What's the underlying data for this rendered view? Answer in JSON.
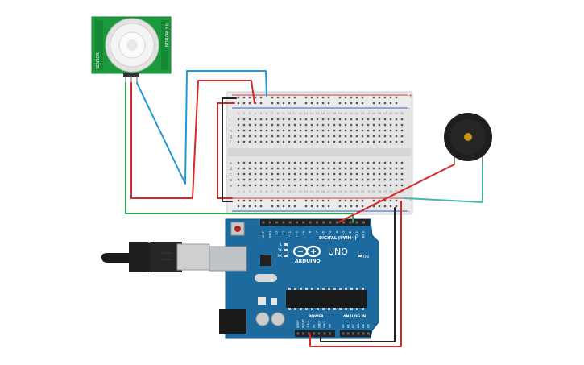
{
  "colors": {
    "background": "#ffffff",
    "wire_red": "#d62828",
    "wire_blue": "#1f9ad6",
    "wire_green": "#2ea84a",
    "wire_black": "#222222",
    "wire_teal": "#4cb3ad",
    "pir_board": "#1d9a3d",
    "arduino_board": "#1c6a9e",
    "breadboard": "#e6e6e6",
    "buzzer": "#1e1e1e"
  },
  "pir_sensor": {
    "label_left": "SENSOR",
    "label_right": "PIR MOTION",
    "icon": "pir-dome-icon"
  },
  "arduino": {
    "brand": "ARDUINO",
    "model": "UNO",
    "digital_header": "DIGITAL (PWM~)",
    "power_header": "POWER",
    "analog_header": "ANALOG IN",
    "on_label": "ON",
    "led_labels": [
      "L",
      "TX",
      "RX"
    ],
    "digital_pins": [
      "AREF",
      "GND",
      "13",
      "12",
      "~11",
      "~10",
      "~9",
      "8",
      "7",
      "~6",
      "~5",
      "4",
      "~3",
      "2",
      "TX 1",
      "RX 0"
    ],
    "power_pins": [
      "IOREF",
      "RESET",
      "3.3V",
      "5V",
      "GND",
      "GND",
      "Vin"
    ],
    "analog_pins": [
      "A0",
      "A1",
      "A2",
      "A3",
      "A4",
      "A5"
    ]
  },
  "breadboard": {
    "row_letters_top": [
      "j",
      "i",
      "h",
      "g",
      "f"
    ],
    "row_letters_bottom": [
      "e",
      "d",
      "c",
      "b",
      "a"
    ],
    "columns": [
      "1",
      "2",
      "3",
      "4",
      "5",
      "6",
      "7",
      "8",
      "9",
      "10",
      "11",
      "12",
      "13",
      "14",
      "15",
      "16",
      "17",
      "18",
      "19",
      "20",
      "21",
      "22",
      "23",
      "24",
      "25",
      "26",
      "27",
      "28",
      "29",
      "30"
    ],
    "rail_plus": "+",
    "rail_minus": "-"
  },
  "buzzer": {
    "icon": "buzzer-icon"
  },
  "usb_cable": {
    "icon": "usb-b-plug-icon"
  }
}
